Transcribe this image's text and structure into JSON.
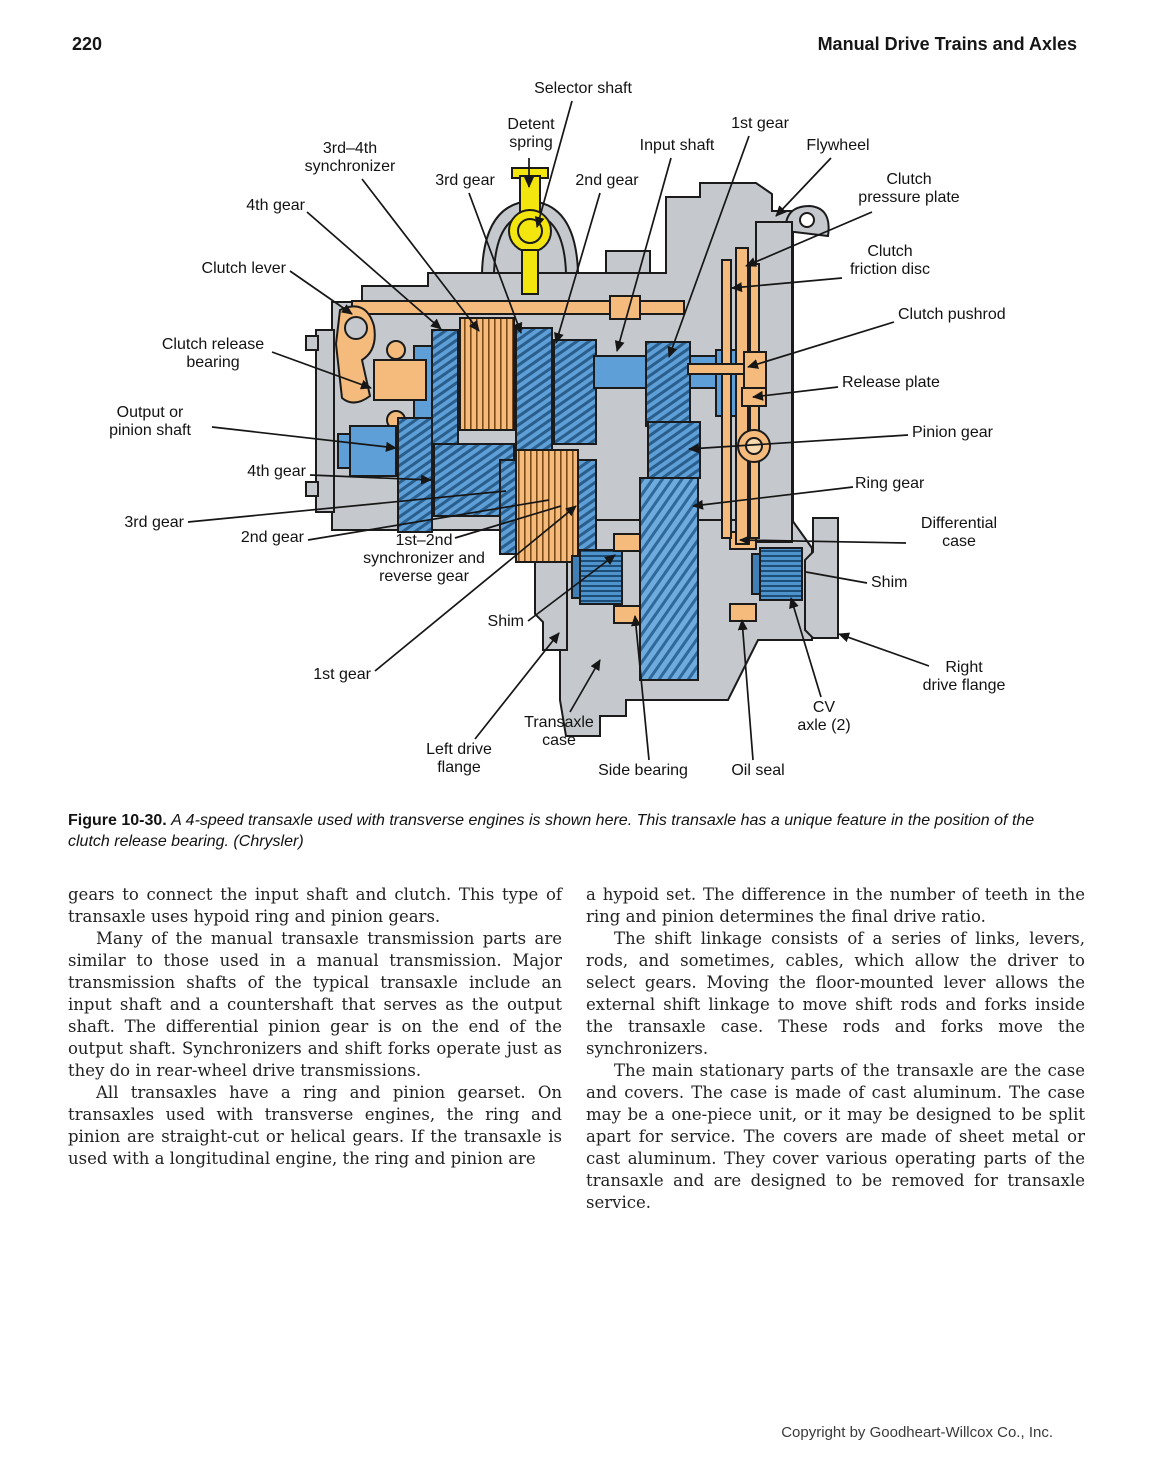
{
  "page": {
    "page_number": "220",
    "running_head": "Manual Drive Trains and Axles",
    "footer": "Copyright by Goodheart-Willcox Co., Inc."
  },
  "figure": {
    "caption_label": "Figure 10-30.",
    "caption_text": "A 4-speed transaxle used with transverse engines is shown here. This transaxle has a unique feature in the position of the clutch release bearing. (Chrysler)",
    "colors": {
      "case_gray": "#c5c9cd",
      "part_orange": "#f5bb7d",
      "gear_blue": "#5d9fd6",
      "detent_yellow": "#f2e60e",
      "outline": "#1b1b1b"
    },
    "labels": [
      {
        "id": "selector-shaft",
        "text": "Selector shaft"
      },
      {
        "id": "detent-spring",
        "text": "Detent\nspring"
      },
      {
        "id": "first-gear-top",
        "text": "1st gear"
      },
      {
        "id": "input-shaft",
        "text": "Input shaft"
      },
      {
        "id": "flywheel",
        "text": "Flywheel"
      },
      {
        "id": "synchronizer-3-4",
        "text": "3rd–4th\nsynchronizer"
      },
      {
        "id": "third-gear-top",
        "text": "3rd gear"
      },
      {
        "id": "second-gear-top",
        "text": "2nd gear"
      },
      {
        "id": "clutch-pressure-plate",
        "text": "Clutch\npressure plate"
      },
      {
        "id": "fourth-gear-top",
        "text": "4th gear"
      },
      {
        "id": "clutch-friction-disc",
        "text": "Clutch\nfriction disc"
      },
      {
        "id": "clutch-lever",
        "text": "Clutch lever"
      },
      {
        "id": "clutch-pushrod",
        "text": "Clutch pushrod"
      },
      {
        "id": "clutch-release-bearing",
        "text": "Clutch release\nbearing"
      },
      {
        "id": "release-plate",
        "text": "Release plate"
      },
      {
        "id": "output-or-pinion-shaft",
        "text": "Output or\npinion shaft"
      },
      {
        "id": "pinion-gear",
        "text": "Pinion gear"
      },
      {
        "id": "fourth-gear-left",
        "text": "4th gear"
      },
      {
        "id": "ring-gear",
        "text": "Ring gear"
      },
      {
        "id": "third-gear-left",
        "text": "3rd gear"
      },
      {
        "id": "differential-case",
        "text": "Differential\ncase"
      },
      {
        "id": "second-gear-left",
        "text": "2nd gear"
      },
      {
        "id": "synchronizer-1-2",
        "text": "1st–2nd\nsynchronizer and\nreverse gear"
      },
      {
        "id": "shim-right",
        "text": "Shim"
      },
      {
        "id": "shim-left",
        "text": "Shim"
      },
      {
        "id": "right-drive-flange",
        "text": "Right\ndrive flange"
      },
      {
        "id": "first-gear-bottom",
        "text": "1st gear"
      },
      {
        "id": "cv-axle",
        "text": "CV\naxle (2)"
      },
      {
        "id": "transaxle-case",
        "text": "Transaxle\ncase"
      },
      {
        "id": "left-drive-flange",
        "text": "Left drive\nflange"
      },
      {
        "id": "side-bearing",
        "text": "Side bearing"
      },
      {
        "id": "oil-seal",
        "text": "Oil seal"
      }
    ]
  },
  "body": {
    "left_column": [
      "gears to connect the input shaft and clutch. This type of transaxle uses hypoid ring and pinion gears.",
      "Many of the manual transaxle transmission parts are similar to those used in a manual transmission. Major transmission shafts of the typical transaxle include an input shaft and a countershaft that serves as the output shaft. The differential pinion gear is on the end of the output shaft. Synchronizers and shift forks operate just as they do in rear-wheel drive transmissions.",
      "All transaxles have a ring and pinion gearset. On transaxles used with transverse engines, the ring and pinion are straight-cut or helical gears. If the transaxle is used with a longitudinal engine, the ring and pinion are"
    ],
    "right_column": [
      "a hypoid set. The difference in the number of teeth in the ring and pinion determines the final drive ratio.",
      "The shift linkage consists of a series of links, levers, rods, and sometimes, cables, which allow the driver to select gears. Moving the floor-mounted lever allows the external shift linkage to move shift rods and forks inside the transaxle case. These rods and forks move the synchronizers.",
      "The main stationary parts of the transaxle are the case and covers. The case is made of cast aluminum. The case may be a one-piece unit, or it may be designed to be split apart for service. The covers are made of sheet metal or cast aluminum. They cover various operating parts of the transaxle and are designed to be removed for transaxle service."
    ]
  }
}
